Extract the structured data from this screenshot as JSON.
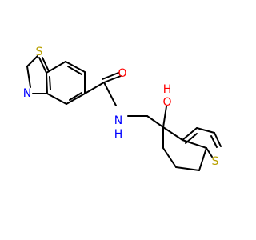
{
  "colors": {
    "carbon_bond": "#000000",
    "sulfur": "#b8a000",
    "nitrogen": "#0000ff",
    "oxygen": "#ff0000"
  },
  "atoms": {
    "s_benzothiazole": "S",
    "n_benzothiazole": "N",
    "o_carbonyl": "O",
    "n_amide": "N",
    "h_amide": "H",
    "o_hydroxyl": "O",
    "h_hydroxyl": "H",
    "s_thiophene": "S"
  }
}
